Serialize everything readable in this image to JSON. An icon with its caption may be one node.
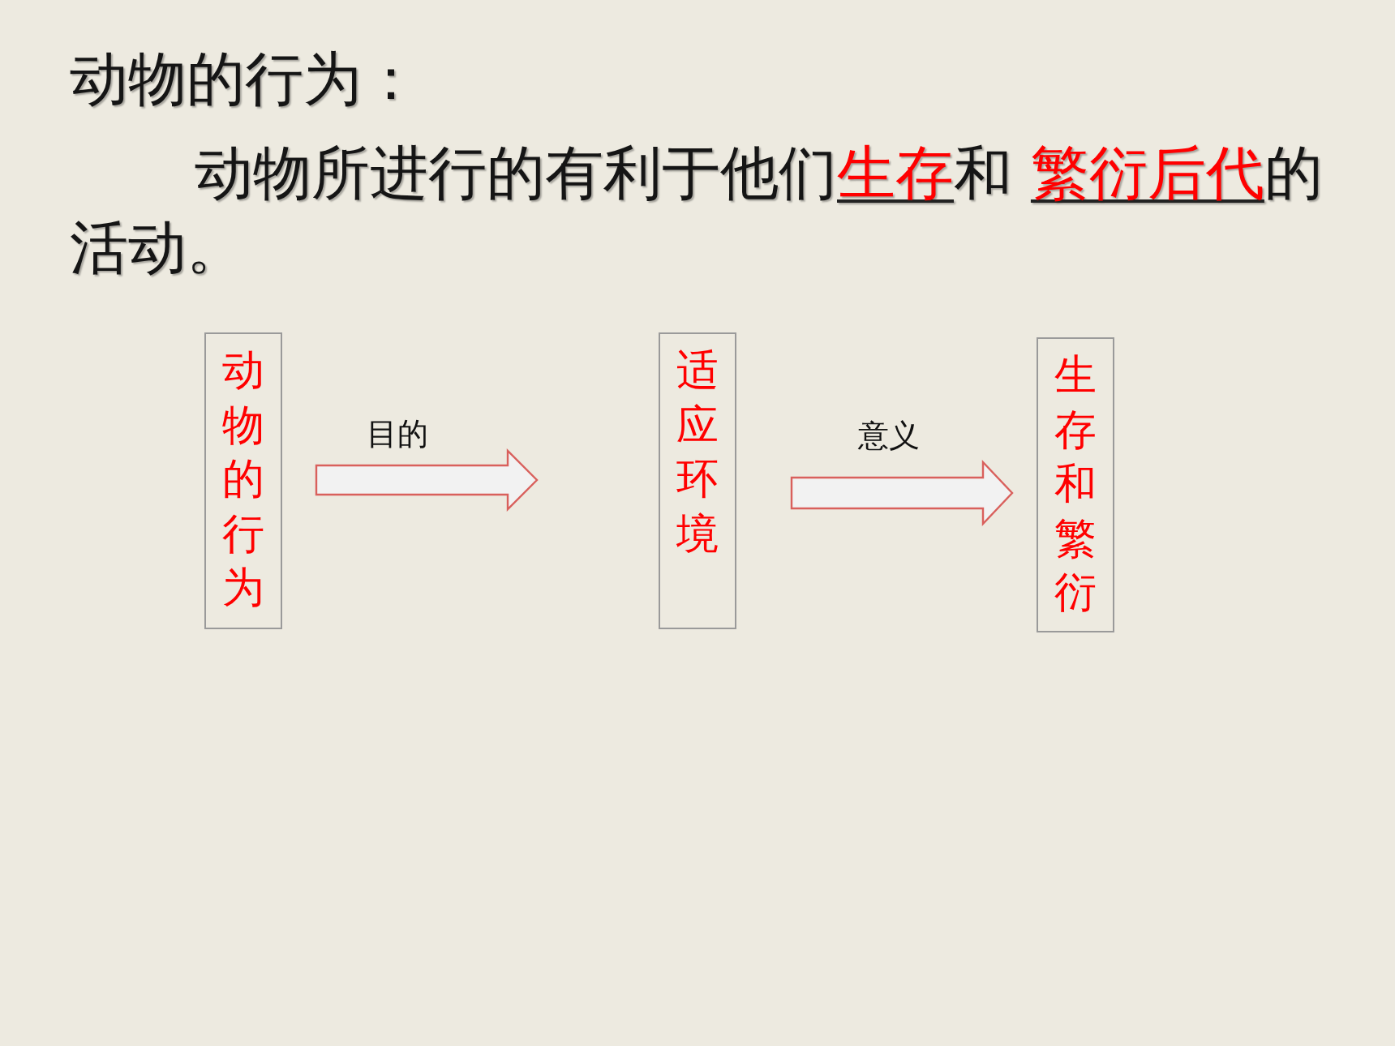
{
  "diagram": {
    "title": "动物的行为：",
    "nodes": [
      {
        "text": [
          "动物的行为"
        ]
      },
      {
        "text": [
          "适应环境"
        ]
      },
      {
        "text": [
          "生存和繁衍"
        ]
      }
    ],
    "edges": [
      {
        "from": 0,
        "to": 1,
        "arrow": "to",
        "label": "目的"
      },
      {
        "from": 1,
        "to": 2,
        "arrow": "to",
        "label": "意义"
      }
    ],
    "labels": [
      "动物所进行的有利于他们**生存**和 **繁衍后代**的活动。"
    ]
  }
}
